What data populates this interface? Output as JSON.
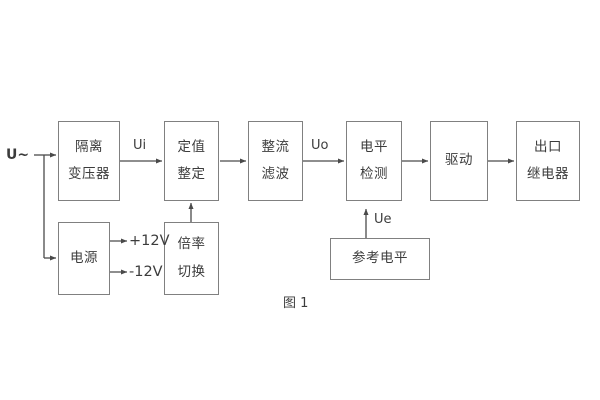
{
  "figure": {
    "caption": "图 1",
    "background": "#ffffff",
    "line_color": "#808080",
    "wire_color": "#4a4a4a",
    "text_color": "#3c3c3c"
  },
  "blocks": [
    {
      "id": "isolation-transformer",
      "lines": [
        "隔离",
        "变压器"
      ]
    },
    {
      "id": "setting-adjust",
      "lines": [
        "定值",
        "整定"
      ]
    },
    {
      "id": "rectify-filter",
      "lines": [
        "整流",
        "滤波"
      ]
    },
    {
      "id": "level-detect",
      "lines": [
        "电平",
        "检测"
      ]
    },
    {
      "id": "drive",
      "lines": [
        "驱动"
      ]
    },
    {
      "id": "output-relay",
      "lines": [
        "出口",
        "继电器"
      ]
    },
    {
      "id": "power-supply",
      "lines": [
        "电源"
      ]
    },
    {
      "id": "multiplier-switch",
      "lines": [
        "倍率",
        "切换"
      ]
    },
    {
      "id": "reference-level",
      "lines": [
        "参考电平"
      ]
    }
  ],
  "signals": {
    "input": "U~",
    "ui": "Ui",
    "uo": "Uo",
    "ue": "Ue"
  },
  "rails": {
    "positive": "+12V",
    "negative": "-12V"
  }
}
